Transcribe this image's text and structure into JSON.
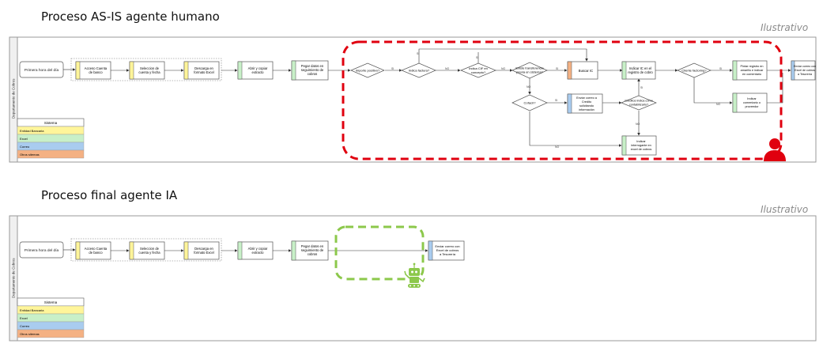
{
  "asis": {
    "title": "Proceso AS-IS agente humano",
    "tag": "Ilustrativo",
    "lane_label": "Departamento de Cobros",
    "legend": {
      "header": "Sistema",
      "items": [
        {
          "label": "Entidad Bancaria",
          "color": "#fff59a"
        },
        {
          "label": "Excel",
          "color": "#c8f0c8"
        },
        {
          "label": "Correo",
          "color": "#a9ccef"
        },
        {
          "label": "Otros sitemas",
          "color": "#f4b183"
        }
      ]
    },
    "nodes": {
      "start": "Primera hora del día",
      "acceso": [
        "Acceso Cuenta",
        "de banco"
      ],
      "seleccion": [
        "Seleccion de",
        "cuenta y fecha"
      ],
      "descarga": [
        "Descarga en",
        "formato Excel"
      ],
      "abrir": [
        "Abrir y copiar",
        "extracto"
      ],
      "pegar": [
        "Pegar datos en",
        "seguimiento de",
        "cobros"
      ],
      "importe": [
        "Importe positivo?"
      ],
      "factura": [
        "Indica factura?"
      ],
      "cif": [
        "Indica CIF en",
        "concepto?"
      ],
      "transferencia": [
        "Existe transferencia",
        "previa en sistema?"
      ],
      "cofacir": [
        "Cofacir?"
      ],
      "buscar": [
        "Buscar IC"
      ],
      "indicar": [
        "Indicar IC en el",
        "registro de cobro"
      ],
      "enviar_credito": [
        "Enviar correo a",
        "Credito",
        "solicitando",
        "información"
      ],
      "creditos_indica": [
        "Créditos indica cómo",
        "contabilizarlo?"
      ],
      "factoring": [
        "Cliente factoring?"
      ],
      "pintar": [
        "Pintar registro en",
        "amarillo e indicar",
        "en comentario"
      ],
      "comentario": [
        "Indicar",
        "comentario o",
        "proveedor"
      ],
      "interrogante": [
        "Indicar",
        "interrogante en",
        "excel de cobros"
      ],
      "enviar_tesoreria": [
        "Enviar correo con",
        "Excel de cobros",
        "a Tesorería"
      ]
    },
    "edge_labels": {
      "si": "SI",
      "no": "NO"
    }
  },
  "final": {
    "title": "Proceso final agente IA",
    "tag": "Ilustrativo",
    "lane_label": "Departamento de Cobros",
    "legend": {
      "header": "Sistema",
      "items": [
        {
          "label": "Entidad Bancaria",
          "color": "#fff59a"
        },
        {
          "label": "Excel",
          "color": "#c8f0c8"
        },
        {
          "label": "Correo",
          "color": "#a9ccef"
        },
        {
          "label": "Otros sitemas",
          "color": "#f4b183"
        }
      ]
    },
    "nodes": {
      "start": "Primera hora del día",
      "acceso": [
        "Acceso Cuenta",
        "de banco"
      ],
      "seleccion": [
        "Seleccion de",
        "cuenta y fecha"
      ],
      "descarga": [
        "Descarga en",
        "formato Excel"
      ],
      "abrir": [
        "Abrir y copiar",
        "extracto"
      ],
      "pegar": [
        "Pegar datos en",
        "seguimiento de",
        "cobros"
      ],
      "enviar": [
        "Enviar correo con",
        "Excel de cobros",
        "a Tesorería"
      ]
    }
  },
  "colors": {
    "highlight_red": "#e0000f",
    "highlight_green": "#8cc84b",
    "person_icon": "#e0000f",
    "robot_icon": "#8cc84b"
  }
}
